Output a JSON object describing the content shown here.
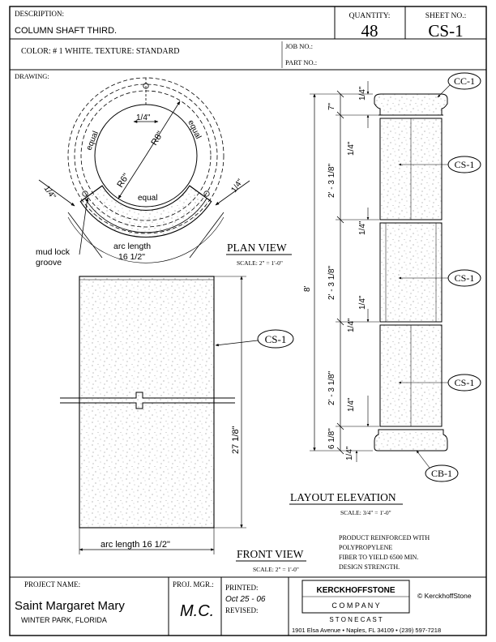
{
  "title_block": {
    "description_label": "DESCRIPTION:",
    "description": "COLUMN SHAFT THIRD.",
    "quantity_label": "QUANTITY:",
    "quantity": "48",
    "sheet_label": "SHEET NO.:",
    "sheet_no": "CS-1",
    "color_texture": "COLOR:   # 1 WHITE.   TEXTURE:  STANDARD",
    "job_no_label": "JOB  NO.:",
    "part_no_label": "PART NO.:",
    "drawing_label": "DRAWING:"
  },
  "plan_view": {
    "title": "PLAN VIEW",
    "scale": "SCALE:  2\" = 1'-0\"",
    "dim_wall": "1/4\"",
    "r_outer": "R8\"",
    "r_inner": "R6\"",
    "equal_left": "equal",
    "equal_right": "equal",
    "equal_bottom": "equal",
    "dim_left": "1/4\"",
    "dim_right": "1/4\"",
    "mud_lock_1": "mud lock",
    "mud_lock_2": "groove",
    "arc_label_1": "arc length",
    "arc_label_2": "16 1/2\""
  },
  "front_view": {
    "title": "FRONT VIEW",
    "scale": "SCALE:  2\" = 1'-0\"",
    "callout": "CS-1",
    "height_dim": "27 1/8\"",
    "width_dim": "arc length 16 1/2\""
  },
  "layout_elevation": {
    "title": "LAYOUT ELEVATION",
    "scale": "SCALE:  3/4\" = 1'-0\"",
    "overall": "8'",
    "d_top": "7\"",
    "d_seg1": "2' - 3 1/8\"",
    "d_seg2": "2' - 3 1/8\"",
    "d_seg3": "2' - 3 1/8\"",
    "d_bottom": "6 1/8\"",
    "q_top_a": "1/4\"",
    "q_top_b": "1/4\"",
    "q_joint1": "1/4\"",
    "q_joint2a": "1/4\"",
    "q_joint2b": "1/4\"",
    "q_lower": "1/4\"",
    "q_bottom": "1/4\"",
    "callouts": [
      "CC-1",
      "CS-1",
      "CS-1",
      "CS-1",
      "CB-1"
    ]
  },
  "notes": [
    "PRODUCT REINFORCED WITH",
    "POLYPROPYLENE",
    "FIBER TO YIELD  6500 MIN.",
    "DESIGN STRENGTH."
  ],
  "footer": {
    "project_label": "PROJECT NAME:",
    "project_name": "Saint Margaret Mary",
    "location": "WINTER PARK, FLORIDA",
    "mgr_label": "PROJ. MGR.:",
    "mgr": "M.C.",
    "printed_label": "PRINTED:",
    "printed": "Oct 25 - 06",
    "revised_label": "REVISED:",
    "company_name": "KERCKHOFFSTONE",
    "company_sub": "C O M P A N Y",
    "company_tag": "S T O N E   C A S T",
    "copyright": "© KerckhoffStone",
    "address": "1901 Elsa Avenue • Naples, FL  34109 • (239) 597-7218"
  }
}
